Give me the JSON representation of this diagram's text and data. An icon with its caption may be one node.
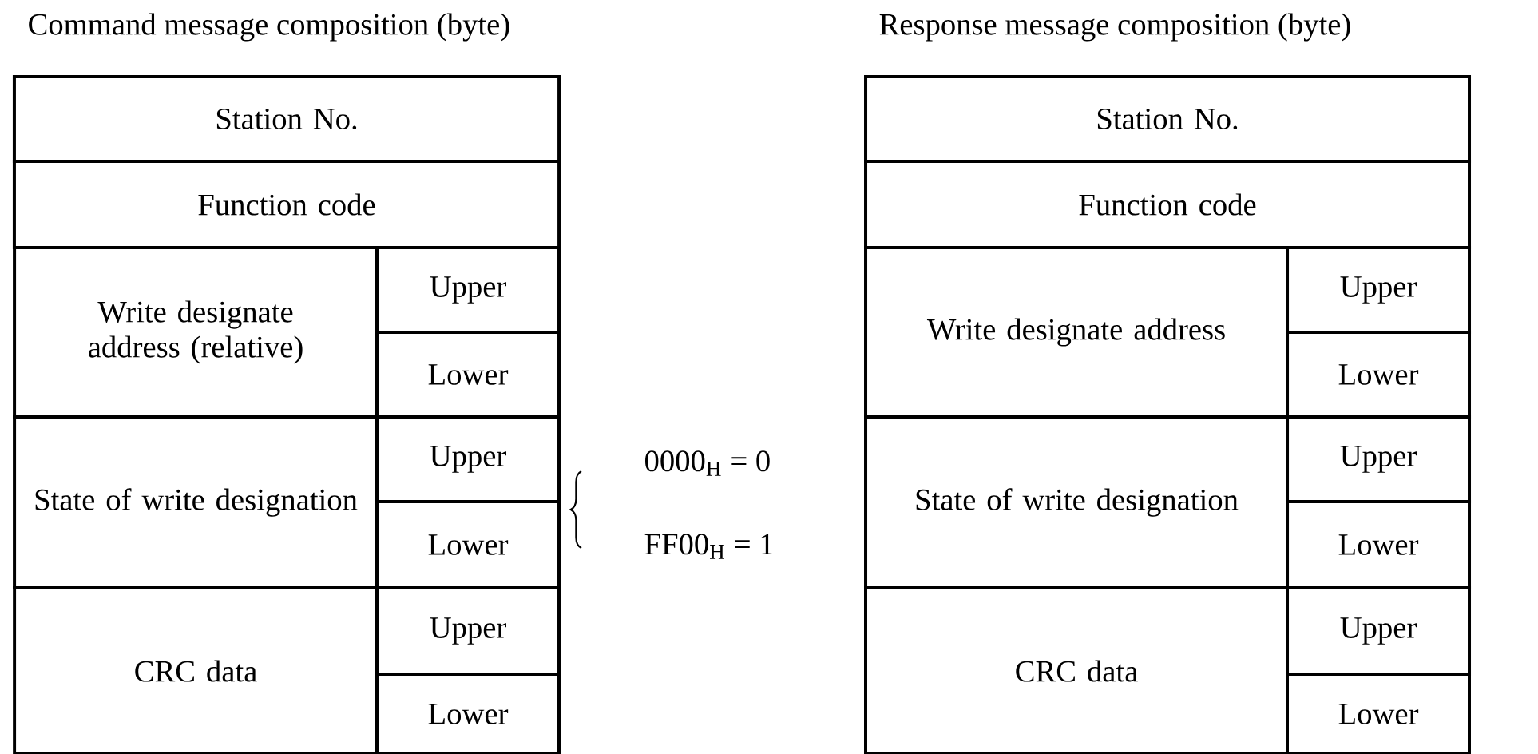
{
  "diagram": {
    "labels": [
      "Command message composition (byte)",
      "Response message composition (byte)",
      "Station No.",
      "Function code",
      "Write designate address (relative)",
      "Upper",
      "Lower",
      "State of write designation",
      "Upper",
      "Lower",
      "CRC data",
      "Upper",
      "Lower",
      "0000$_{H}$ = 0",
      "FF00$_{H}$ = 1",
      "Station No.",
      "Function code",
      "Write designate address",
      "Upper",
      "Lower",
      "State of write designation",
      "Upper",
      "Lower",
      "CRC data",
      "Upper",
      "Lower"
    ]
  }
}
